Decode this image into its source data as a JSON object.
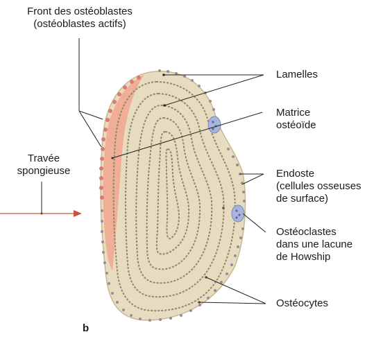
{
  "labels": {
    "front": "Front des ostéoblastes\n(ostéoblastes actifs)",
    "travee": "Travée\nspongieuse",
    "lamelles": "Lamelles",
    "matrice": "Matrice\nostéoïde",
    "endoste": "Endoste\n(cellules osseuses\nde surface)",
    "osteoclastes": "Ostéoclastes\ndans une lacune\nde Howship",
    "osteocytes": "Ostéocytes",
    "panel": "b"
  },
  "colors": {
    "bone": "#e8dcc0",
    "lamella_line": "#8a8a6a",
    "osteoid": "#f0a890",
    "osteoblast": "#d87a78",
    "osteoclast": "#a8b4dc",
    "endosteum": "#9a8a98",
    "arrow": "#c8553a",
    "leader": "#222222"
  }
}
